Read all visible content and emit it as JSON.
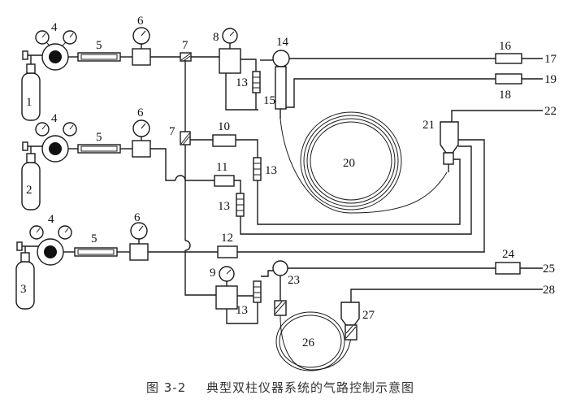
{
  "caption": {
    "figure_no": "图 3-2",
    "title": "典型双柱仪器系统的气路控制示意图"
  },
  "labels": {
    "n1": "1",
    "n2": "2",
    "n3": "3",
    "n4": "4",
    "n5": "5",
    "n6": "6",
    "n7": "7",
    "n8": "8",
    "n9": "9",
    "n10": "10",
    "n11": "11",
    "n12": "12",
    "n13": "13",
    "n14": "14",
    "n15": "15",
    "n16": "16",
    "n17": "17",
    "n18": "18",
    "n19": "19",
    "n20": "20",
    "n21": "21",
    "n22": "22",
    "n23": "23",
    "n24": "24",
    "n25": "25",
    "n26": "26",
    "n27": "27",
    "n28": "28"
  }
}
